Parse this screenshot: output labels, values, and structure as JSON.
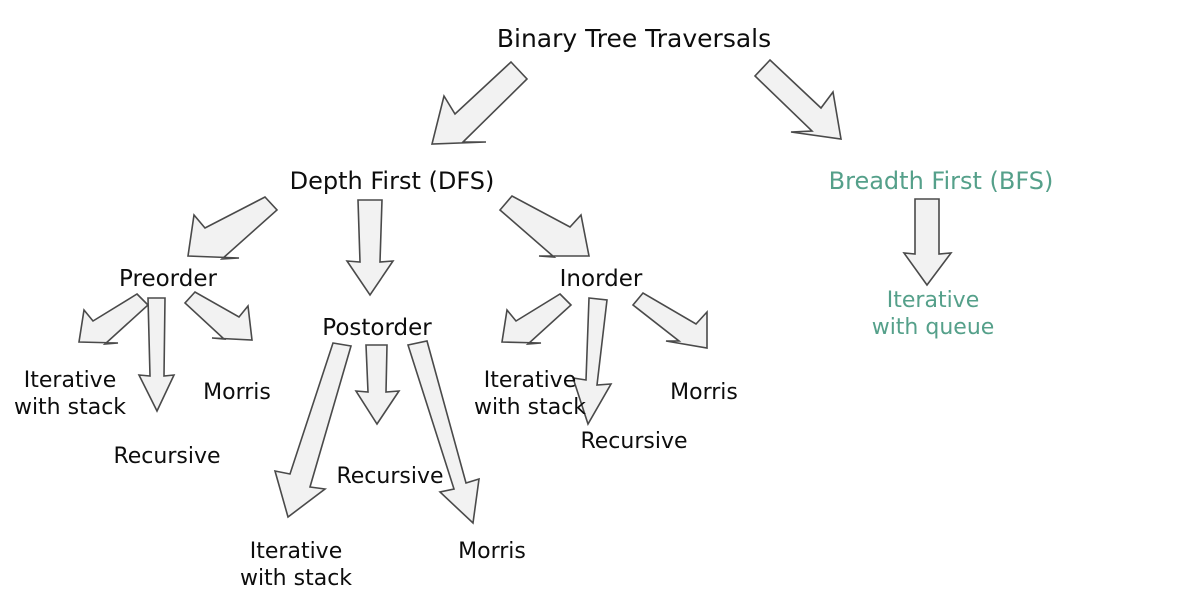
{
  "diagram": {
    "title": "Binary Tree Traversals",
    "background": "#ffffff",
    "text_color": "#0d0d0d",
    "accent_color": "#55a08a",
    "arrow_fill": "#f2f2f2",
    "arrow_stroke": "#4a4a4a",
    "root": {
      "label": "Binary Tree Traversals"
    },
    "branches": [
      {
        "id": "dfs",
        "label": "Depth First (DFS)",
        "color": "#0d0d0d",
        "children": [
          {
            "id": "preorder",
            "label": "Preorder",
            "methods": [
              {
                "id": "preorder-iterative",
                "line1": "Iterative",
                "line2": "with stack"
              },
              {
                "id": "preorder-recursive",
                "line1": "Recursive",
                "line2": ""
              },
              {
                "id": "preorder-morris",
                "line1": "Morris",
                "line2": ""
              }
            ]
          },
          {
            "id": "postorder",
            "label": "Postorder",
            "methods": [
              {
                "id": "postorder-iterative",
                "line1": "Iterative",
                "line2": "with stack"
              },
              {
                "id": "postorder-recursive",
                "line1": "Recursive",
                "line2": ""
              },
              {
                "id": "postorder-morris",
                "line1": "Morris",
                "line2": ""
              }
            ]
          },
          {
            "id": "inorder",
            "label": "Inorder",
            "methods": [
              {
                "id": "inorder-iterative",
                "line1": "Iterative",
                "line2": "with stack"
              },
              {
                "id": "inorder-recursive",
                "line1": "Recursive",
                "line2": ""
              },
              {
                "id": "inorder-morris",
                "line1": "Morris",
                "line2": ""
              }
            ]
          }
        ]
      },
      {
        "id": "bfs",
        "label": "Breadth First (BFS)",
        "color": "#55a08a",
        "children": [],
        "methods": [
          {
            "id": "bfs-iterative",
            "line1": "Iterative",
            "line2": "with queue"
          }
        ]
      }
    ]
  }
}
